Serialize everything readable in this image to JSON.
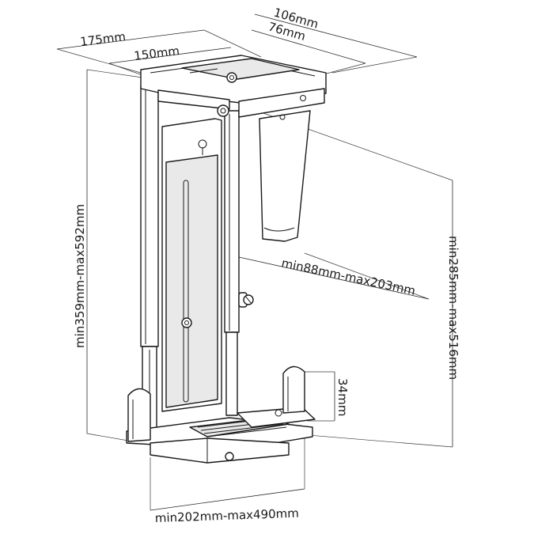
{
  "diagram": {
    "dimensions": {
      "top_depth": "106mm",
      "top_inner": "76mm",
      "top_width": "175mm",
      "top_rail": "150mm",
      "height_range": "min359mm-max592mm",
      "inner_height_range": "min285mm-max516mm",
      "width_range": "min88mm-max203mm",
      "foot_height": "34mm",
      "base_range": "min202mm-max490mm"
    }
  }
}
